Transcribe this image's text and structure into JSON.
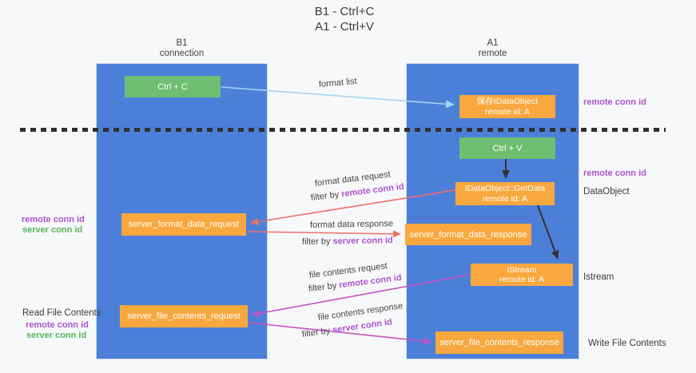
{
  "title": {
    "line1": "B1 - Ctrl+C",
    "line2": "A1 - Ctrl+V"
  },
  "lanes": {
    "b1": {
      "name": "B1",
      "subtitle": "connection"
    },
    "a1": {
      "name": "A1",
      "subtitle": "remote"
    }
  },
  "nodes": {
    "ctrl_c": {
      "label": "Ctrl + C"
    },
    "store_idataobject": {
      "line1": "保存IDataObject",
      "line2": "remote id: A"
    },
    "ctrl_v": {
      "label": "Ctrl + V"
    },
    "getdata": {
      "line1": "IDataObject::GetData",
      "line2": "remote id: A"
    },
    "format_request": {
      "label": "server_format_data_request"
    },
    "format_response": {
      "label": "server_format_data_response"
    },
    "istream": {
      "line1": "IStream",
      "line2": "remote id: A"
    },
    "file_request": {
      "label": "server_file_contents_request"
    },
    "file_response": {
      "label": "server_file_contents_response"
    }
  },
  "edge_labels": {
    "format_list": "format list",
    "format_data_request": "format data request",
    "format_data_response": "format data response",
    "file_contents_request": "file contents request",
    "file_contents_response": "file contents response",
    "filter_by": "filter by",
    "remote_conn_id": "remote conn id",
    "server_conn_id": "server conn id"
  },
  "side_labels": {
    "remote_conn_id": "remote conn id",
    "server_conn_id": "server conn id",
    "dataobject": "DataObject",
    "istream": "Istream",
    "read_file_contents": "Read File Contents",
    "write_file_contents": "Write File Contents"
  },
  "colors": {
    "lane_blue": "#4C80D8",
    "node_green": "#70BE72",
    "node_orange": "#F8A83E",
    "arrow_red": "#EC6F6B",
    "arrow_magenta": "#C653C6",
    "arrow_light_blue": "#A6D3F2",
    "arrow_black": "#333333",
    "text_purple": "#A855CC",
    "text_green": "#56B45C",
    "dashed_line": "#2f2f2f",
    "background": "#f7f8f9"
  }
}
